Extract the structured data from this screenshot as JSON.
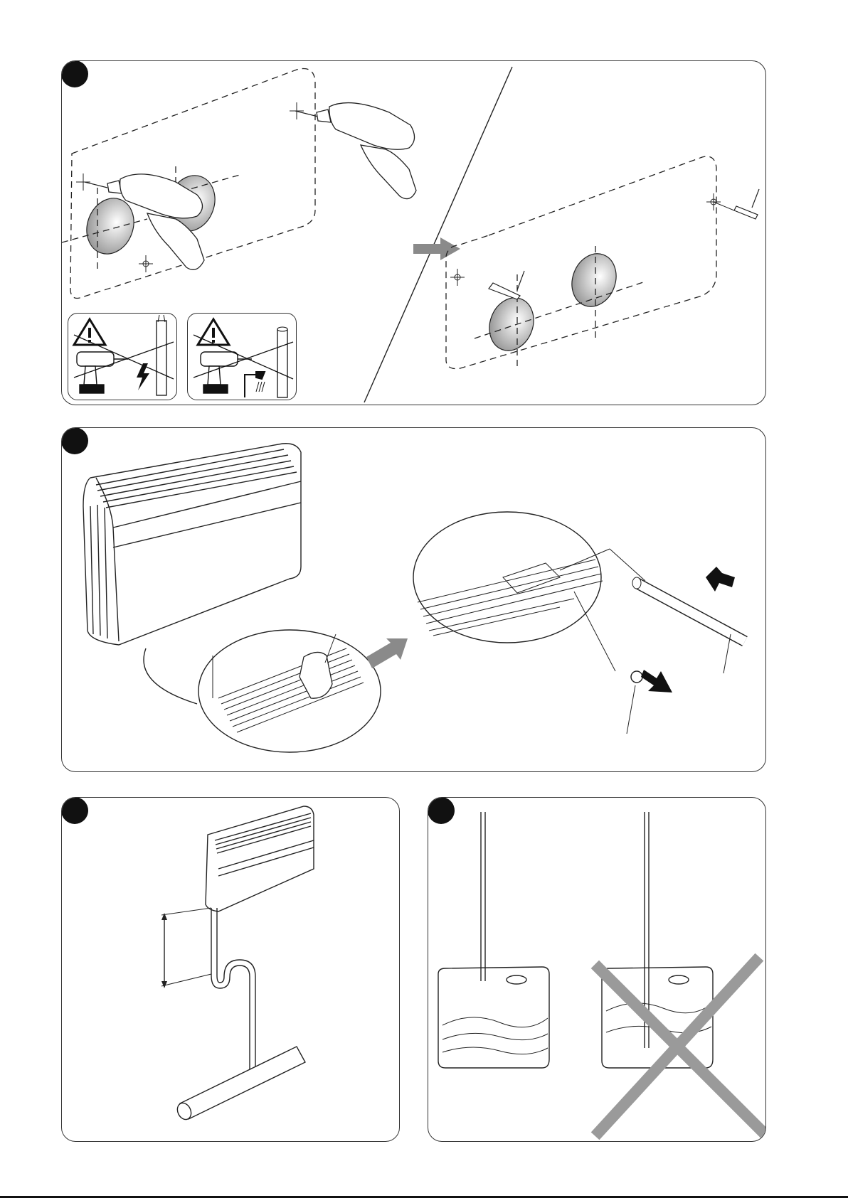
{
  "panels": [
    {
      "id": "drill-and-anchor-step"
    },
    {
      "id": "remove-drain-plug-step"
    },
    {
      "id": "drain-hose-trap-step"
    },
    {
      "id": "drain-hose-container-step"
    }
  ],
  "colors": {
    "stroke": "#222222",
    "badge": "#111111",
    "cross": "#9a9a9a",
    "arrow": "#8a8a8a"
  },
  "icons": [
    "warning-triangle-icon",
    "drill-icon",
    "electric-cable-icon",
    "water-pipe-icon",
    "lightning-icon",
    "shower-icon"
  ]
}
